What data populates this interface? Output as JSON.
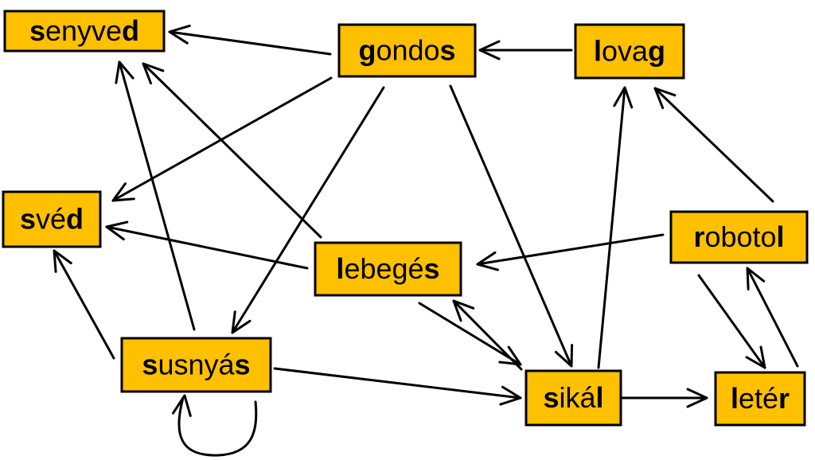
{
  "colors": {
    "node_fill": "#FFC000",
    "node_border": "#000000",
    "edge": "#000000",
    "background": "#FFFFFF"
  },
  "nodes": [
    {
      "id": "senyved",
      "parts": [
        {
          "t": "s",
          "b": true
        },
        {
          "t": "enyve",
          "b": false
        },
        {
          "t": "d",
          "b": true
        }
      ]
    },
    {
      "id": "gondos",
      "parts": [
        {
          "t": "g",
          "b": true
        },
        {
          "t": "ondo",
          "b": false
        },
        {
          "t": "s",
          "b": true
        }
      ]
    },
    {
      "id": "lovag",
      "parts": [
        {
          "t": "l",
          "b": true
        },
        {
          "t": "ova",
          "b": false
        },
        {
          "t": "g",
          "b": true
        }
      ]
    },
    {
      "id": "sved",
      "parts": [
        {
          "t": "s",
          "b": true
        },
        {
          "t": "vé",
          "b": false
        },
        {
          "t": "d",
          "b": true
        }
      ]
    },
    {
      "id": "robotol",
      "parts": [
        {
          "t": "r",
          "b": true
        },
        {
          "t": "oboto",
          "b": false
        },
        {
          "t": "l",
          "b": true
        }
      ]
    },
    {
      "id": "lebeges",
      "parts": [
        {
          "t": "l",
          "b": true
        },
        {
          "t": "ebegé",
          "b": false
        },
        {
          "t": "s",
          "b": true
        }
      ]
    },
    {
      "id": "susnyas",
      "parts": [
        {
          "t": "s",
          "b": true
        },
        {
          "t": "usnyá",
          "b": false
        },
        {
          "t": "s",
          "b": true
        }
      ]
    },
    {
      "id": "sikal",
      "parts": [
        {
          "t": "s",
          "b": true
        },
        {
          "t": "iká",
          "b": false
        },
        {
          "t": "l",
          "b": true
        }
      ]
    },
    {
      "id": "leter",
      "parts": [
        {
          "t": "l",
          "b": true
        },
        {
          "t": "eté",
          "b": false
        },
        {
          "t": "r",
          "b": true
        }
      ]
    }
  ],
  "edges": [
    {
      "from": "gondos",
      "to": "senyved"
    },
    {
      "from": "lovag",
      "to": "gondos"
    },
    {
      "from": "gondos",
      "to": "sved"
    },
    {
      "from": "gondos",
      "to": "susnyas"
    },
    {
      "from": "gondos",
      "to": "sikal"
    },
    {
      "from": "lebeges",
      "to": "senyved"
    },
    {
      "from": "lebeges",
      "to": "sved"
    },
    {
      "from": "lebeges",
      "to": "sikal"
    },
    {
      "from": "sikal",
      "to": "lebeges"
    },
    {
      "from": "susnyas",
      "to": "senyved"
    },
    {
      "from": "susnyas",
      "to": "sved"
    },
    {
      "from": "susnyas",
      "to": "susnyas"
    },
    {
      "from": "susnyas",
      "to": "sikal"
    },
    {
      "from": "sikal",
      "to": "lovag"
    },
    {
      "from": "sikal",
      "to": "leter"
    },
    {
      "from": "robotol",
      "to": "lovag"
    },
    {
      "from": "robotol",
      "to": "lebeges"
    },
    {
      "from": "robotol",
      "to": "leter"
    },
    {
      "from": "leter",
      "to": "robotol"
    }
  ]
}
